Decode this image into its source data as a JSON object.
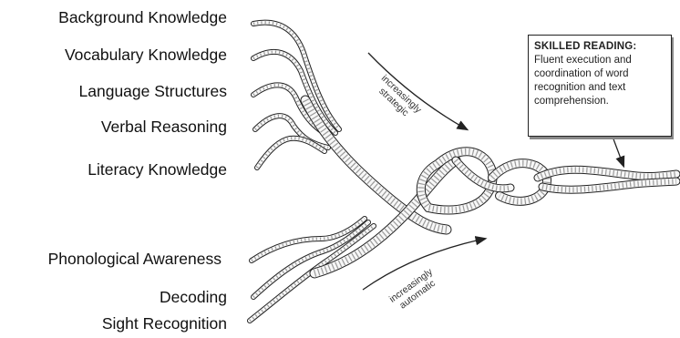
{
  "upper_strands": [
    {
      "label": "Background Knowledge"
    },
    {
      "label": "Vocabulary Knowledge"
    },
    {
      "label": "Language Structures"
    },
    {
      "label": "Verbal Reasoning"
    },
    {
      "label": "Literacy Knowledge"
    }
  ],
  "lower_strands": [
    {
      "label": "Phonological Awareness"
    },
    {
      "label": "Decoding"
    },
    {
      "label": "Sight Recognition"
    }
  ],
  "arrows": {
    "upper": {
      "line1": "increasingly",
      "line2": "strategic"
    },
    "lower": {
      "line1": "increasingly",
      "line2": "automatic"
    }
  },
  "callout": {
    "title": "SKILLED READING:",
    "body": "Fluent execution and coordination of word recognition and text comprehension."
  },
  "colors": {
    "ink": "#222222",
    "rope_fill": "#f7f7f7",
    "rope_shade": "#9a9a9a"
  }
}
